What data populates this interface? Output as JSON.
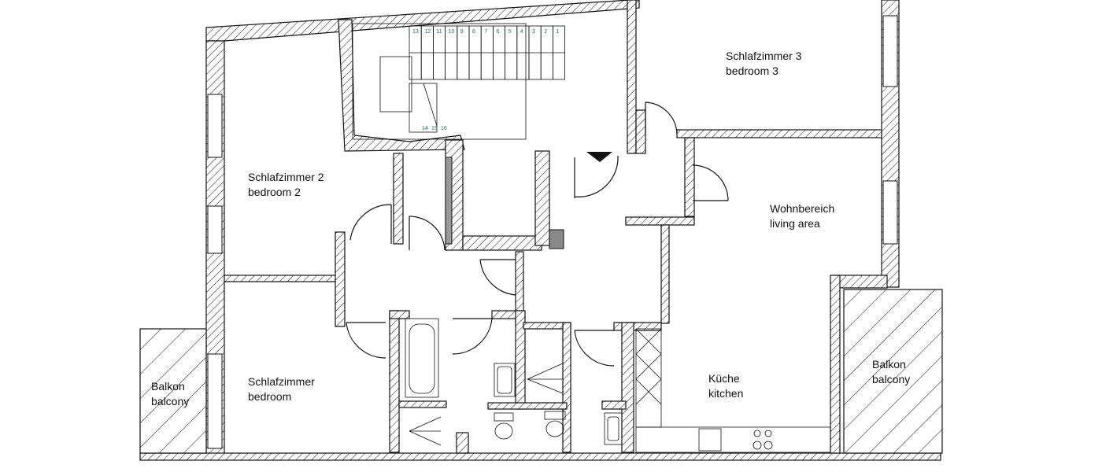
{
  "rooms": {
    "bedroom3": {
      "de": "Schlafzimmer 3",
      "en": "bedroom 3"
    },
    "bedroom2": {
      "de": "Schlafzimmer 2",
      "en": "bedroom  2"
    },
    "living": {
      "de": "Wohnbereich",
      "en": "living area"
    },
    "bedroom": {
      "de": "Schlafzimmer",
      "en": "bedroom"
    },
    "kitchen": {
      "de": "Küche",
      "en": "kitchen"
    },
    "balcony_left": {
      "de": "Balkon",
      "en": "balcony"
    },
    "balcony_right": {
      "de": "Balkon",
      "en": "balcony"
    }
  },
  "stair_steps": {
    "top_run": [
      "13",
      "12",
      "11",
      "10",
      "9",
      "8",
      "7",
      "6",
      "5",
      "4",
      "3",
      "2",
      "1"
    ],
    "bottom_run": [
      "14",
      "15",
      "16"
    ]
  },
  "colors": {
    "line": "#111111",
    "step_numbers": "#2a6a6a",
    "grey_fill": "#999999"
  }
}
